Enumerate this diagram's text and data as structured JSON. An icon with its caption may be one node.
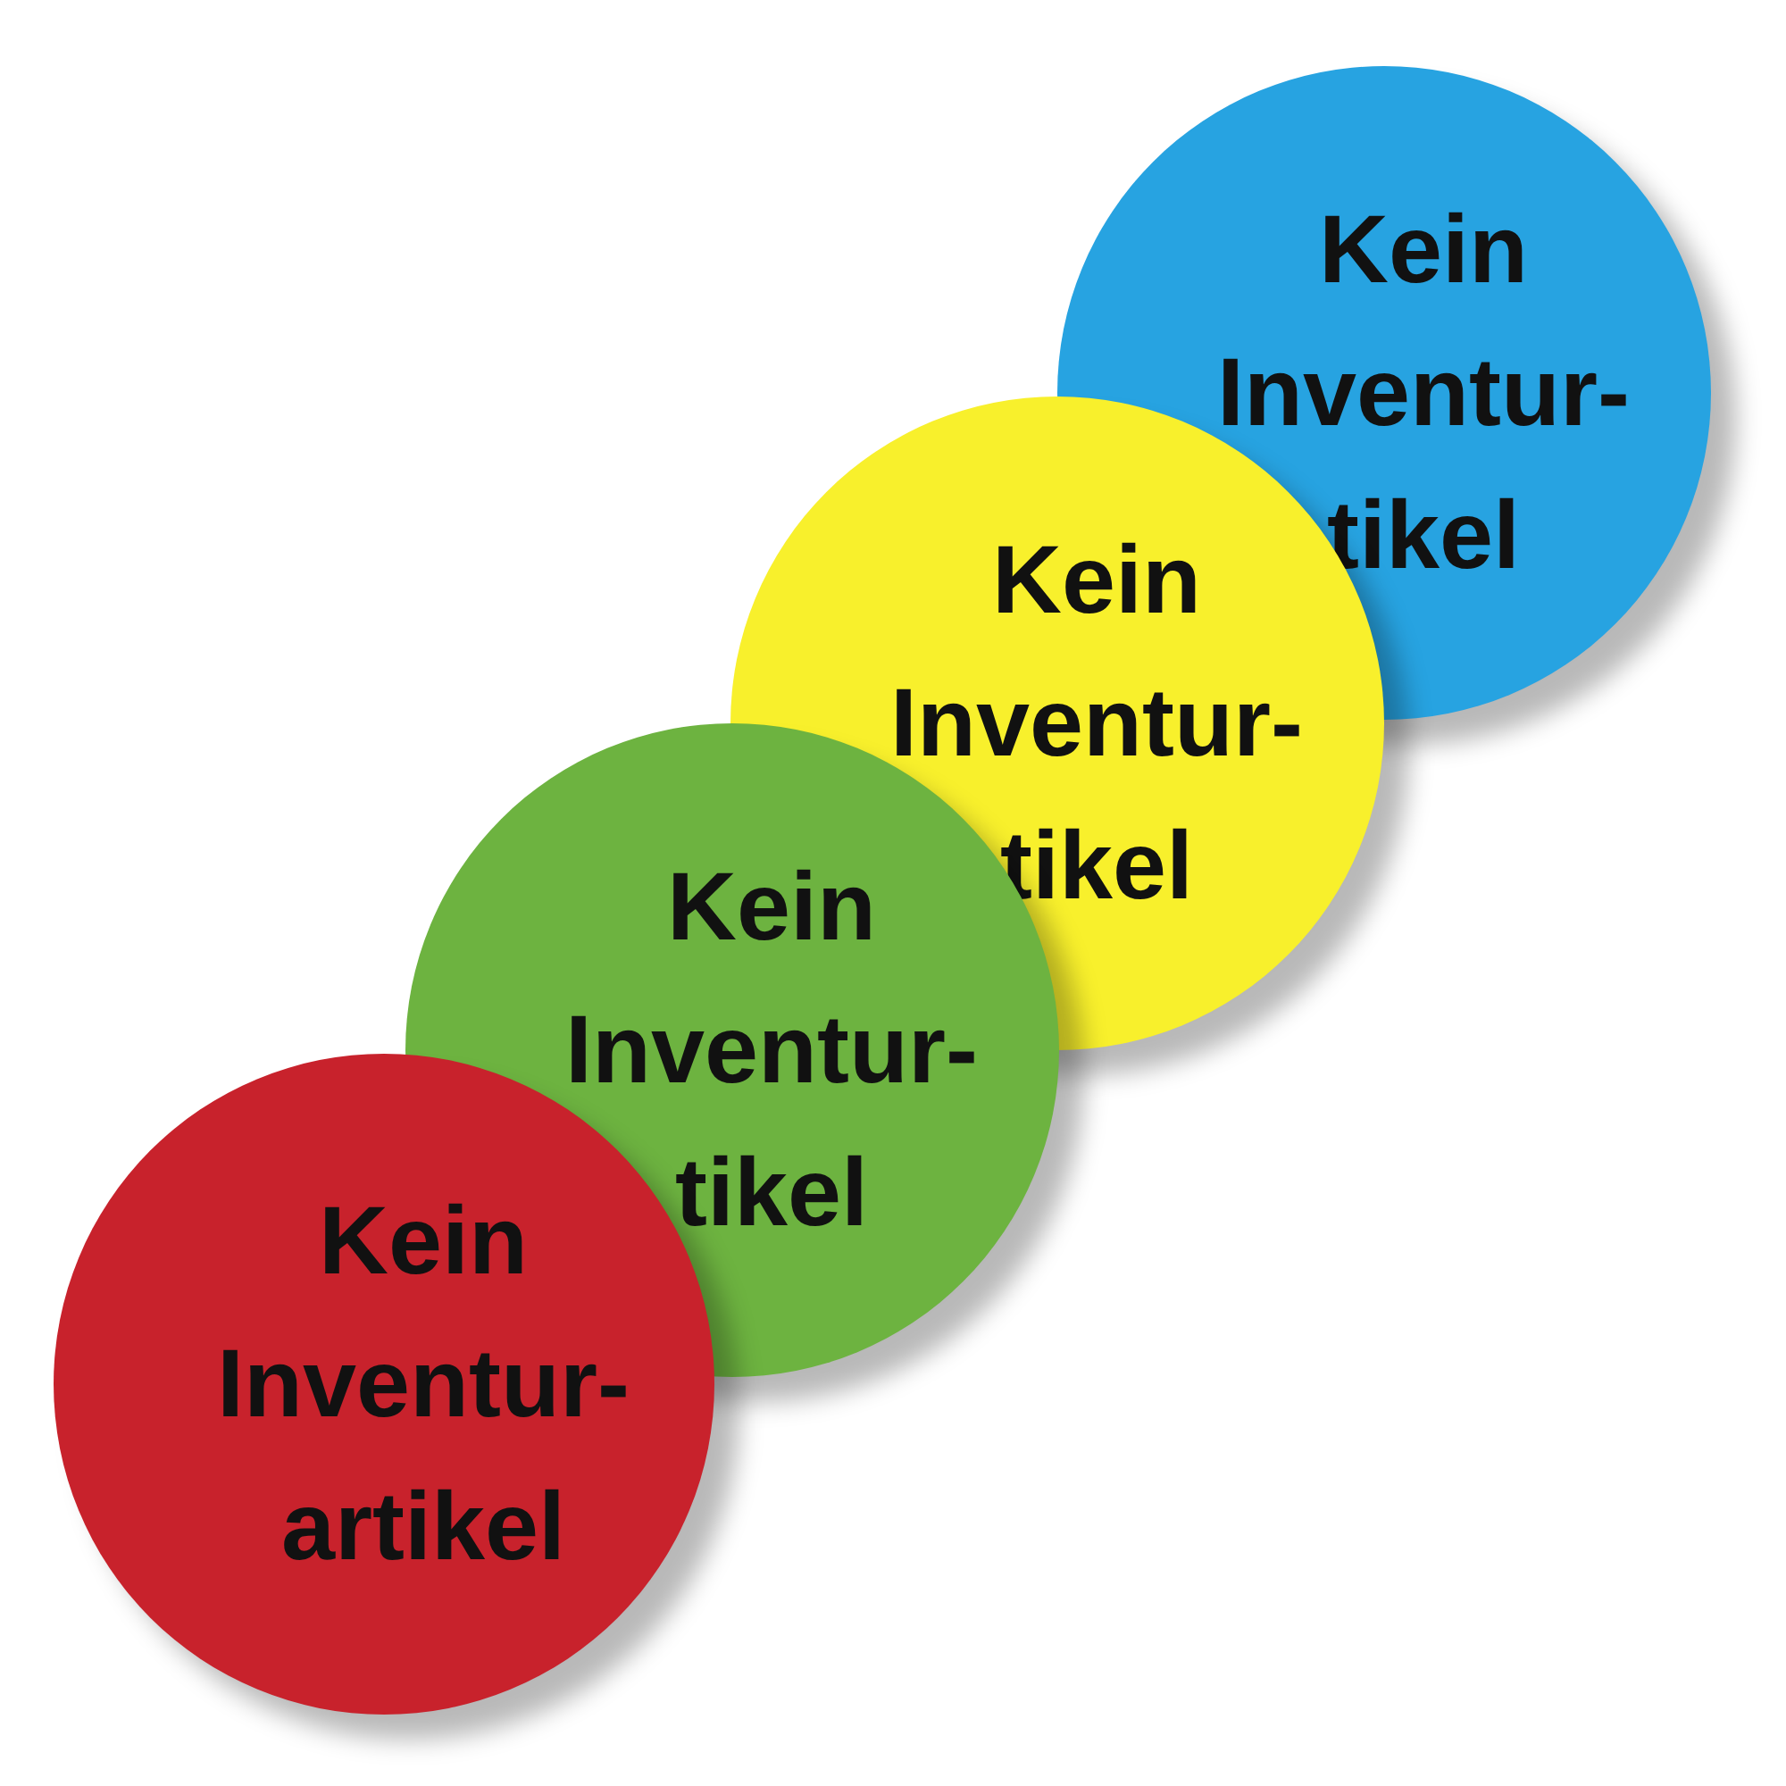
{
  "diagram": {
    "nodes": [
      {
        "text": [
          "Kein Inventur- tikel"
        ]
      },
      {
        "text": [
          "Kein Inventur- tikel"
        ]
      },
      {
        "text": [
          "Kein Inventur- tikel"
        ]
      },
      {
        "text": [
          "Kein Inventur- artikel"
        ]
      }
    ],
    "edges": []
  }
}
